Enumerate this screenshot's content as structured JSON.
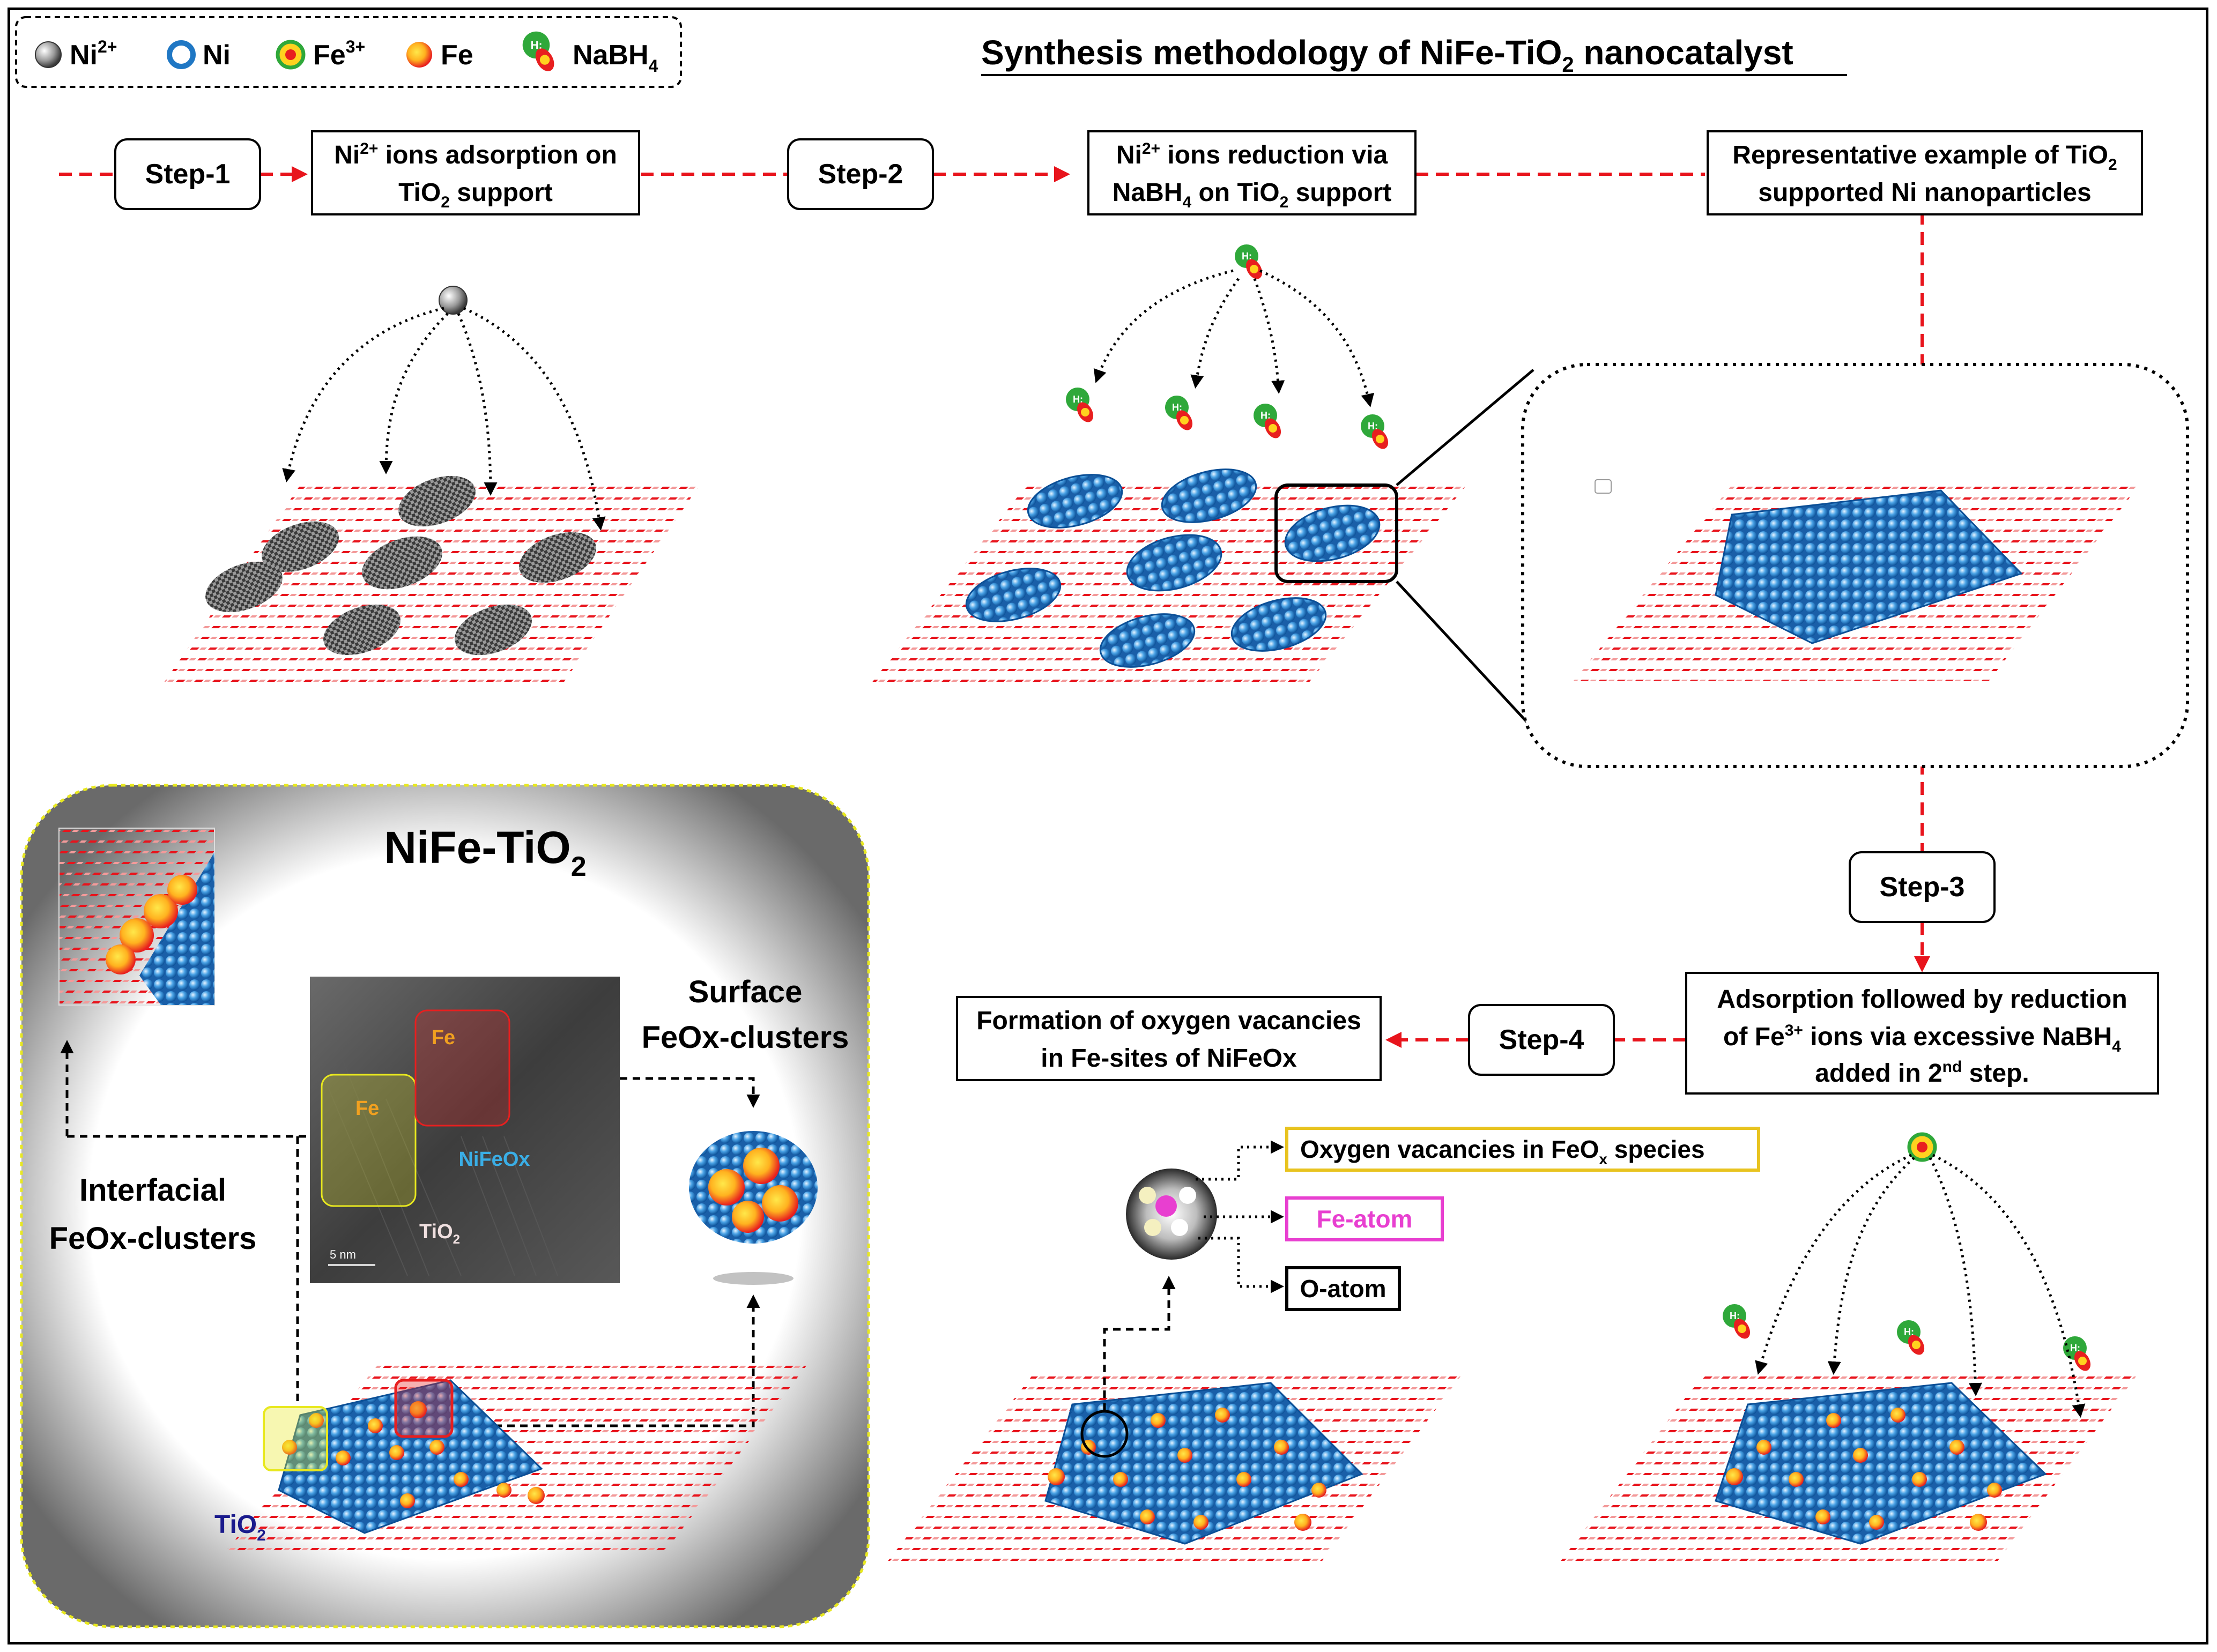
{
  "title": {
    "main": "Synthesis methodology of NiFe-TiO",
    "sub": "2",
    "tail": " nanocatalyst"
  },
  "legend": {
    "items": [
      {
        "label": "Ni",
        "sup": "2+",
        "icon": "ni2plus-ion-icon"
      },
      {
        "label": "Ni",
        "sup": "",
        "icon": "ni-atom-icon"
      },
      {
        "label": "Fe",
        "sup": "3+",
        "icon": "fe3plus-ion-icon"
      },
      {
        "label": "Fe",
        "sup": "",
        "icon": "fe-atom-icon"
      },
      {
        "label": "NaBH",
        "sub": "4",
        "icon": "nabh4-icon"
      }
    ]
  },
  "steps": {
    "step1": "Step-1",
    "step2": "Step-2",
    "step3": "Step-3",
    "step4": "Step-4"
  },
  "boxes": {
    "adsorption": {
      "line1a": "Ni",
      "line1sup": "2+",
      "line1b": " ions adsorption on",
      "line2a": "TiO",
      "line2sub": "2",
      "line2b": " support"
    },
    "reduction": {
      "line1a": "Ni",
      "line1sup": "2+",
      "line1b": " ions reduction via",
      "line2a": "NaBH",
      "line2sub": "4",
      "line2b": " on TiO",
      "line2sub2": "2",
      "line2c": " support"
    },
    "representative": {
      "line1a": "Representative example of TiO",
      "line1sub": "2",
      "line2": "supported Ni nanoparticles"
    },
    "fe_reduction": {
      "line1": "Adsorption followed by reduction",
      "line2a": "of Fe",
      "line2sup": "3+",
      "line2b": " ions  via excessive NaBH",
      "line2sub": "4",
      "line3a": "added in 2",
      "line3sup": "nd",
      "line3b": " step."
    },
    "vacancies": {
      "line1": "Formation of oxygen vacancies",
      "line2": "in Fe-sites of NiFeOx"
    }
  },
  "species_labels": {
    "oxygen_vacancies": {
      "a": "Oxygen vacancies in FeO",
      "sub": "x",
      "b": " species"
    },
    "fe_atom": "Fe-atom",
    "o_atom": "O-atom"
  },
  "panel": {
    "title": "NiFe-TiO",
    "title_sub": "2",
    "surface_label_1": "Surface",
    "surface_label_2": "FeOx-clusters",
    "interfacial_label_1": "Interfacial",
    "interfacial_label_2": "FeOx-clusters",
    "tem": {
      "fe_1": "Fe",
      "fe_2": "Fe",
      "nifeox": "NiFeOx",
      "tio2": "TiO",
      "tio2_sub": "2",
      "scale": "5 nm"
    },
    "support_label": "TiO",
    "support_sub": "2"
  },
  "colors": {
    "arrow": "#e8141c",
    "ni": "#1f77c4",
    "fe": "#e81f1f",
    "fe_core": "#ffd21f",
    "nabh_green": "#2fa83a",
    "fe_box": "#e8c31f",
    "fe_atom_box": "#e83fd0",
    "tio2_label": "#1a1a8c",
    "nifeox_label": "#3aaee6",
    "fe_label": "#f0a020"
  }
}
